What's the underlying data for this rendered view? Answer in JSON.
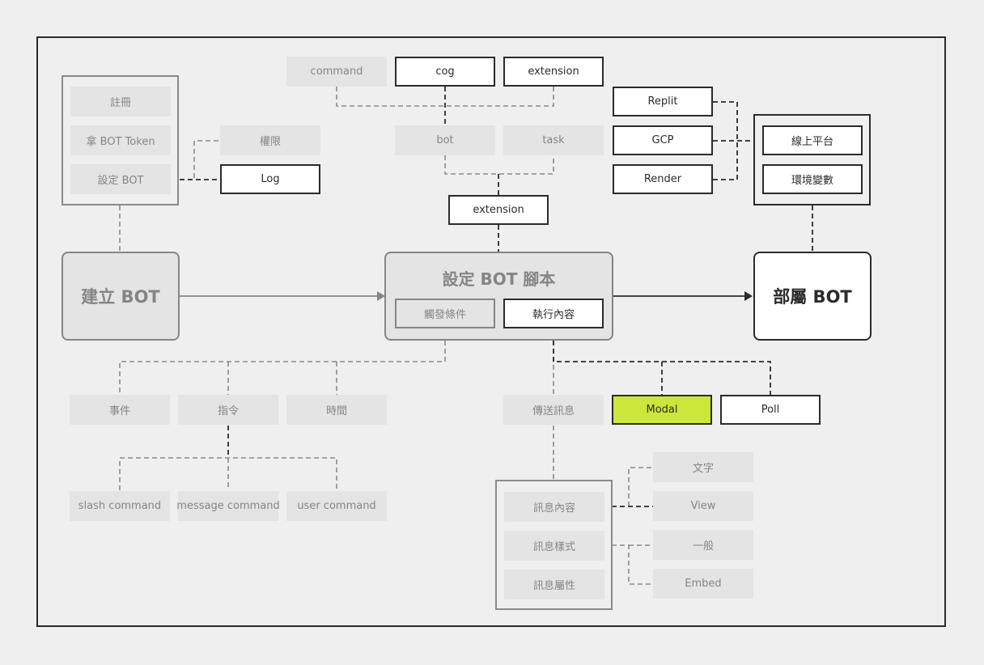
{
  "create_bot": {
    "title": "建立 BOT",
    "steps": [
      "註冊",
      "拿 BOT Token",
      "設定 BOT"
    ],
    "permission": "權限",
    "log": "Log"
  },
  "script": {
    "title": "設定 BOT 腳本",
    "trigger": "觸發條件",
    "execute": "執行內容",
    "extension_node": "extension",
    "modules": {
      "command": "command",
      "cog": "cog",
      "extension": "extension"
    },
    "sub": {
      "bot": "bot",
      "task": "task"
    }
  },
  "deploy": {
    "title": "部屬 BOT",
    "online_platform": "線上平台",
    "env_vars": "環境變數",
    "platforms": [
      "Replit",
      "GCP",
      "Render"
    ]
  },
  "triggers": {
    "event": "事件",
    "command": "指令",
    "time": "時間",
    "command_types": [
      "slash command",
      "message command",
      "user command"
    ]
  },
  "actions": {
    "send_message": "傳送訊息",
    "modal": "Modal",
    "poll": "Poll",
    "message_items": [
      "訊息內容",
      "訊息樣式",
      "訊息屬性"
    ],
    "content_types": [
      "文字",
      "View"
    ],
    "style_types": [
      "一般",
      "Embed"
    ]
  },
  "colors": {
    "accent": "#cde63a",
    "dark": "#2b2b2b",
    "muted": "#858585",
    "background": "#efefef"
  }
}
